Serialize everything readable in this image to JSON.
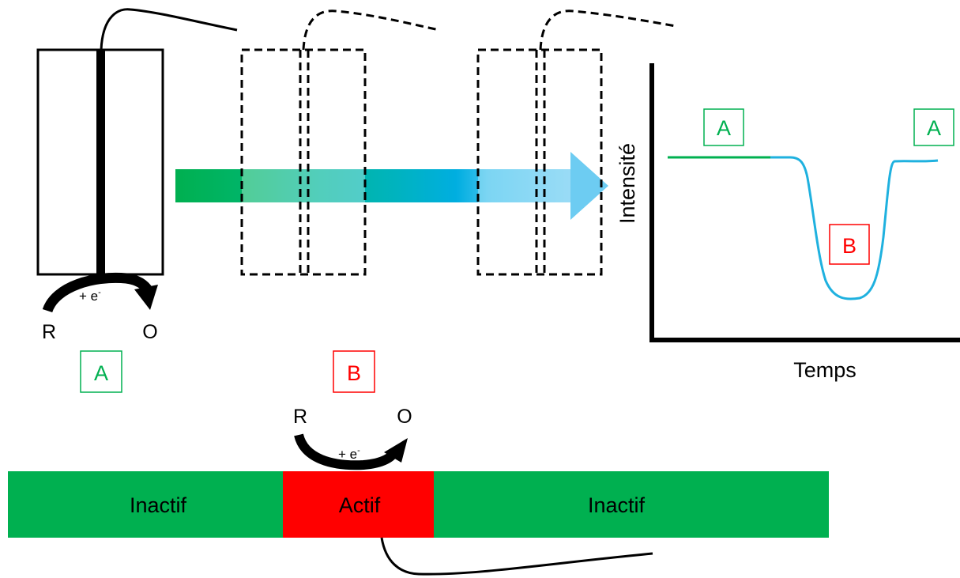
{
  "colors": {
    "green": "#00b050",
    "red": "#ff0000",
    "blue": "#00b0f0",
    "light_blue": "#61c9f0",
    "curve_blue": "#1fb1df",
    "black": "#000000"
  },
  "cell": {
    "oxidation": {
      "reactant": "R",
      "product": "O",
      "electron": "+ e",
      "electron_sup": "-"
    },
    "state_label": "A"
  },
  "active_zone": {
    "state_label": "B",
    "oxidation": {
      "reactant": "R",
      "product": "O",
      "electron": "+ e",
      "electron_sup": "-"
    }
  },
  "strip": {
    "segments": [
      "Inactif",
      "Actif",
      "Inactif"
    ]
  },
  "graph": {
    "ylabel": "Intensité",
    "xlabel": "Temps",
    "labels": {
      "start": "A",
      "dip": "B",
      "end": "A"
    }
  },
  "icons": {
    "beam": "gradient-arrow-icon",
    "reaction": "curved-arrow-icon"
  }
}
